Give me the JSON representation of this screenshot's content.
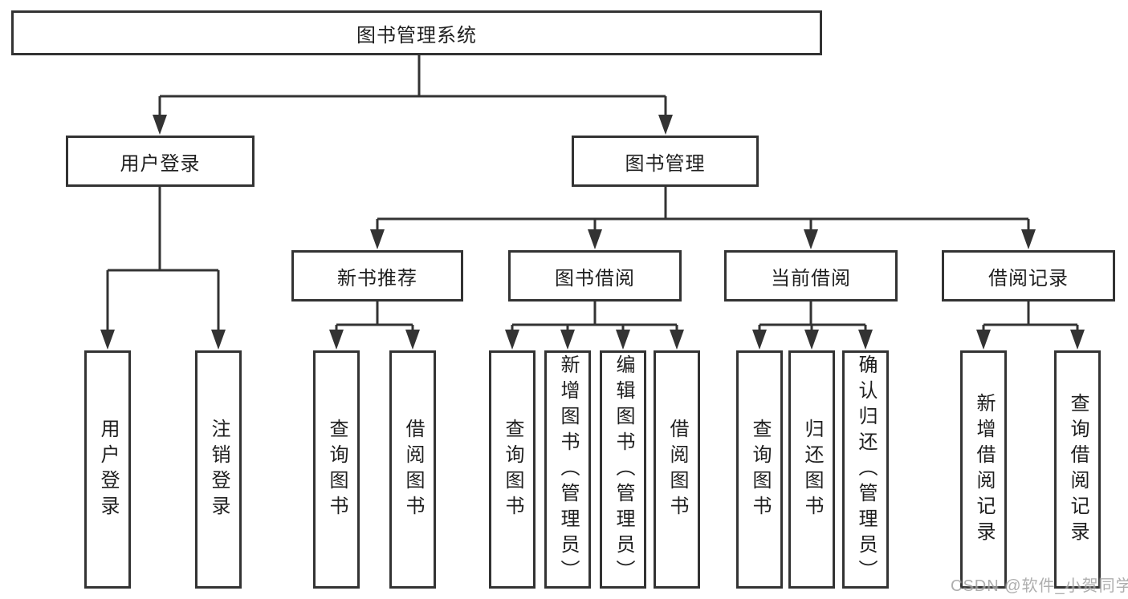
{
  "diagram": {
    "root": {
      "label": "图书管理系统"
    },
    "branches": [
      {
        "label": "用户登录",
        "children": [
          {
            "label": "用户登录"
          },
          {
            "label": "注销登录"
          }
        ]
      },
      {
        "label": "图书管理",
        "children": [
          {
            "label": "新书推荐",
            "children": [
              {
                "label": "查询图书"
              },
              {
                "label": "借阅图书"
              }
            ]
          },
          {
            "label": "图书借阅",
            "children": [
              {
                "label": "查询图书"
              },
              {
                "label": "新增图书（管理员）"
              },
              {
                "label": "编辑图书（管理员）"
              },
              {
                "label": "借阅图书"
              }
            ]
          },
          {
            "label": "当前借阅",
            "children": [
              {
                "label": "查询图书"
              },
              {
                "label": "归还图书"
              },
              {
                "label": "确认归还（管理员）"
              }
            ]
          },
          {
            "label": "借阅记录",
            "children": [
              {
                "label": "新增借阅记录"
              },
              {
                "label": "查询借阅记录"
              }
            ]
          }
        ]
      }
    ]
  },
  "watermark": "CSDN @软件_小贺同学",
  "colors": {
    "line": "#333333",
    "box_border": "#333333",
    "text": "#1f1f1f",
    "background": "#ffffff",
    "watermark": "#a0a0a0"
  }
}
